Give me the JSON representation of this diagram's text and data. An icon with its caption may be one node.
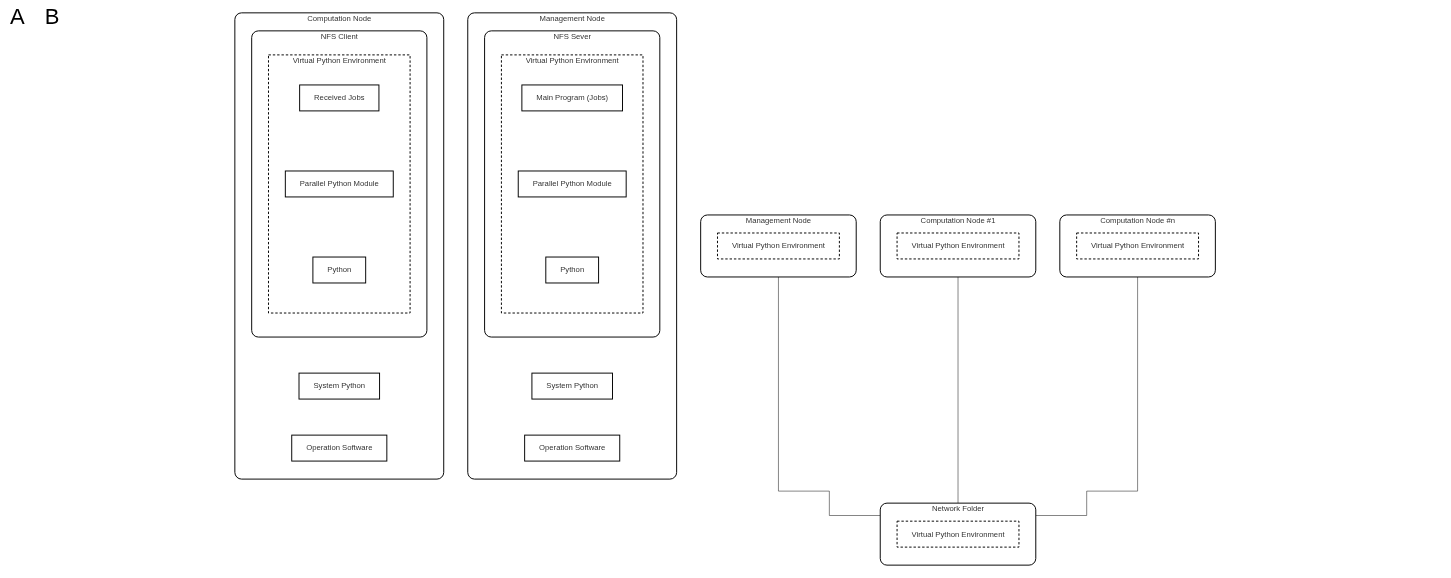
{
  "diagram": {
    "nodes": [
      {
        "text": [
          "Management Node"
        ]
      },
      {
        "text": [
          "Virtual Python Environment"
        ],
        "in": 0
      },
      {
        "text": [
          "Computation Node #1"
        ]
      },
      {
        "text": [
          "Virtual Python Environment"
        ],
        "in": 2
      },
      {
        "text": [
          "Computation Node #n"
        ]
      },
      {
        "text": [
          "Virtual Python Environment"
        ],
        "in": 4
      },
      {
        "text": [
          "Network Folder"
        ]
      },
      {
        "text": [
          "Virtual Python Environment"
        ],
        "in": 6
      },
      {
        "text": [
          "Management Node"
        ]
      },
      {
        "text": [
          "NFS Sever"
        ],
        "in": 8
      },
      {
        "text": [
          "Virtual Python Environment"
        ],
        "in": 9
      },
      {
        "text": [
          "Main Program (Jobs)"
        ],
        "in": 10
      },
      {
        "text": [
          "Parallel Python Module"
        ],
        "in": 10
      },
      {
        "text": [
          "Python"
        ],
        "in": 10
      },
      {
        "text": [
          "System Python"
        ],
        "in": 8
      },
      {
        "text": [
          "Operation Software"
        ],
        "in": 8
      },
      {
        "text": [
          "Computation Node"
        ]
      },
      {
        "text": [
          "NFS Client"
        ],
        "in": 16
      },
      {
        "text": [
          "Virtual Python Environment"
        ],
        "in": 17
      },
      {
        "text": [
          "Received Jobs"
        ],
        "in": 18
      },
      {
        "text": [
          "Parallel Python Module"
        ],
        "in": 18
      },
      {
        "text": [
          "Python"
        ],
        "in": 18
      },
      {
        "text": [
          "System Python"
        ],
        "in": 16
      },
      {
        "text": [
          "Operation Software"
        ],
        "in": 16
      }
    ],
    "edges": [
      {
        "from": 0,
        "to": 6,
        "arrow": "none"
      },
      {
        "from": 2,
        "to": 6,
        "arrow": "none"
      },
      {
        "from": 4,
        "to": 6,
        "arrow": "none"
      }
    ],
    "labels": [
      "A",
      "B"
    ]
  }
}
